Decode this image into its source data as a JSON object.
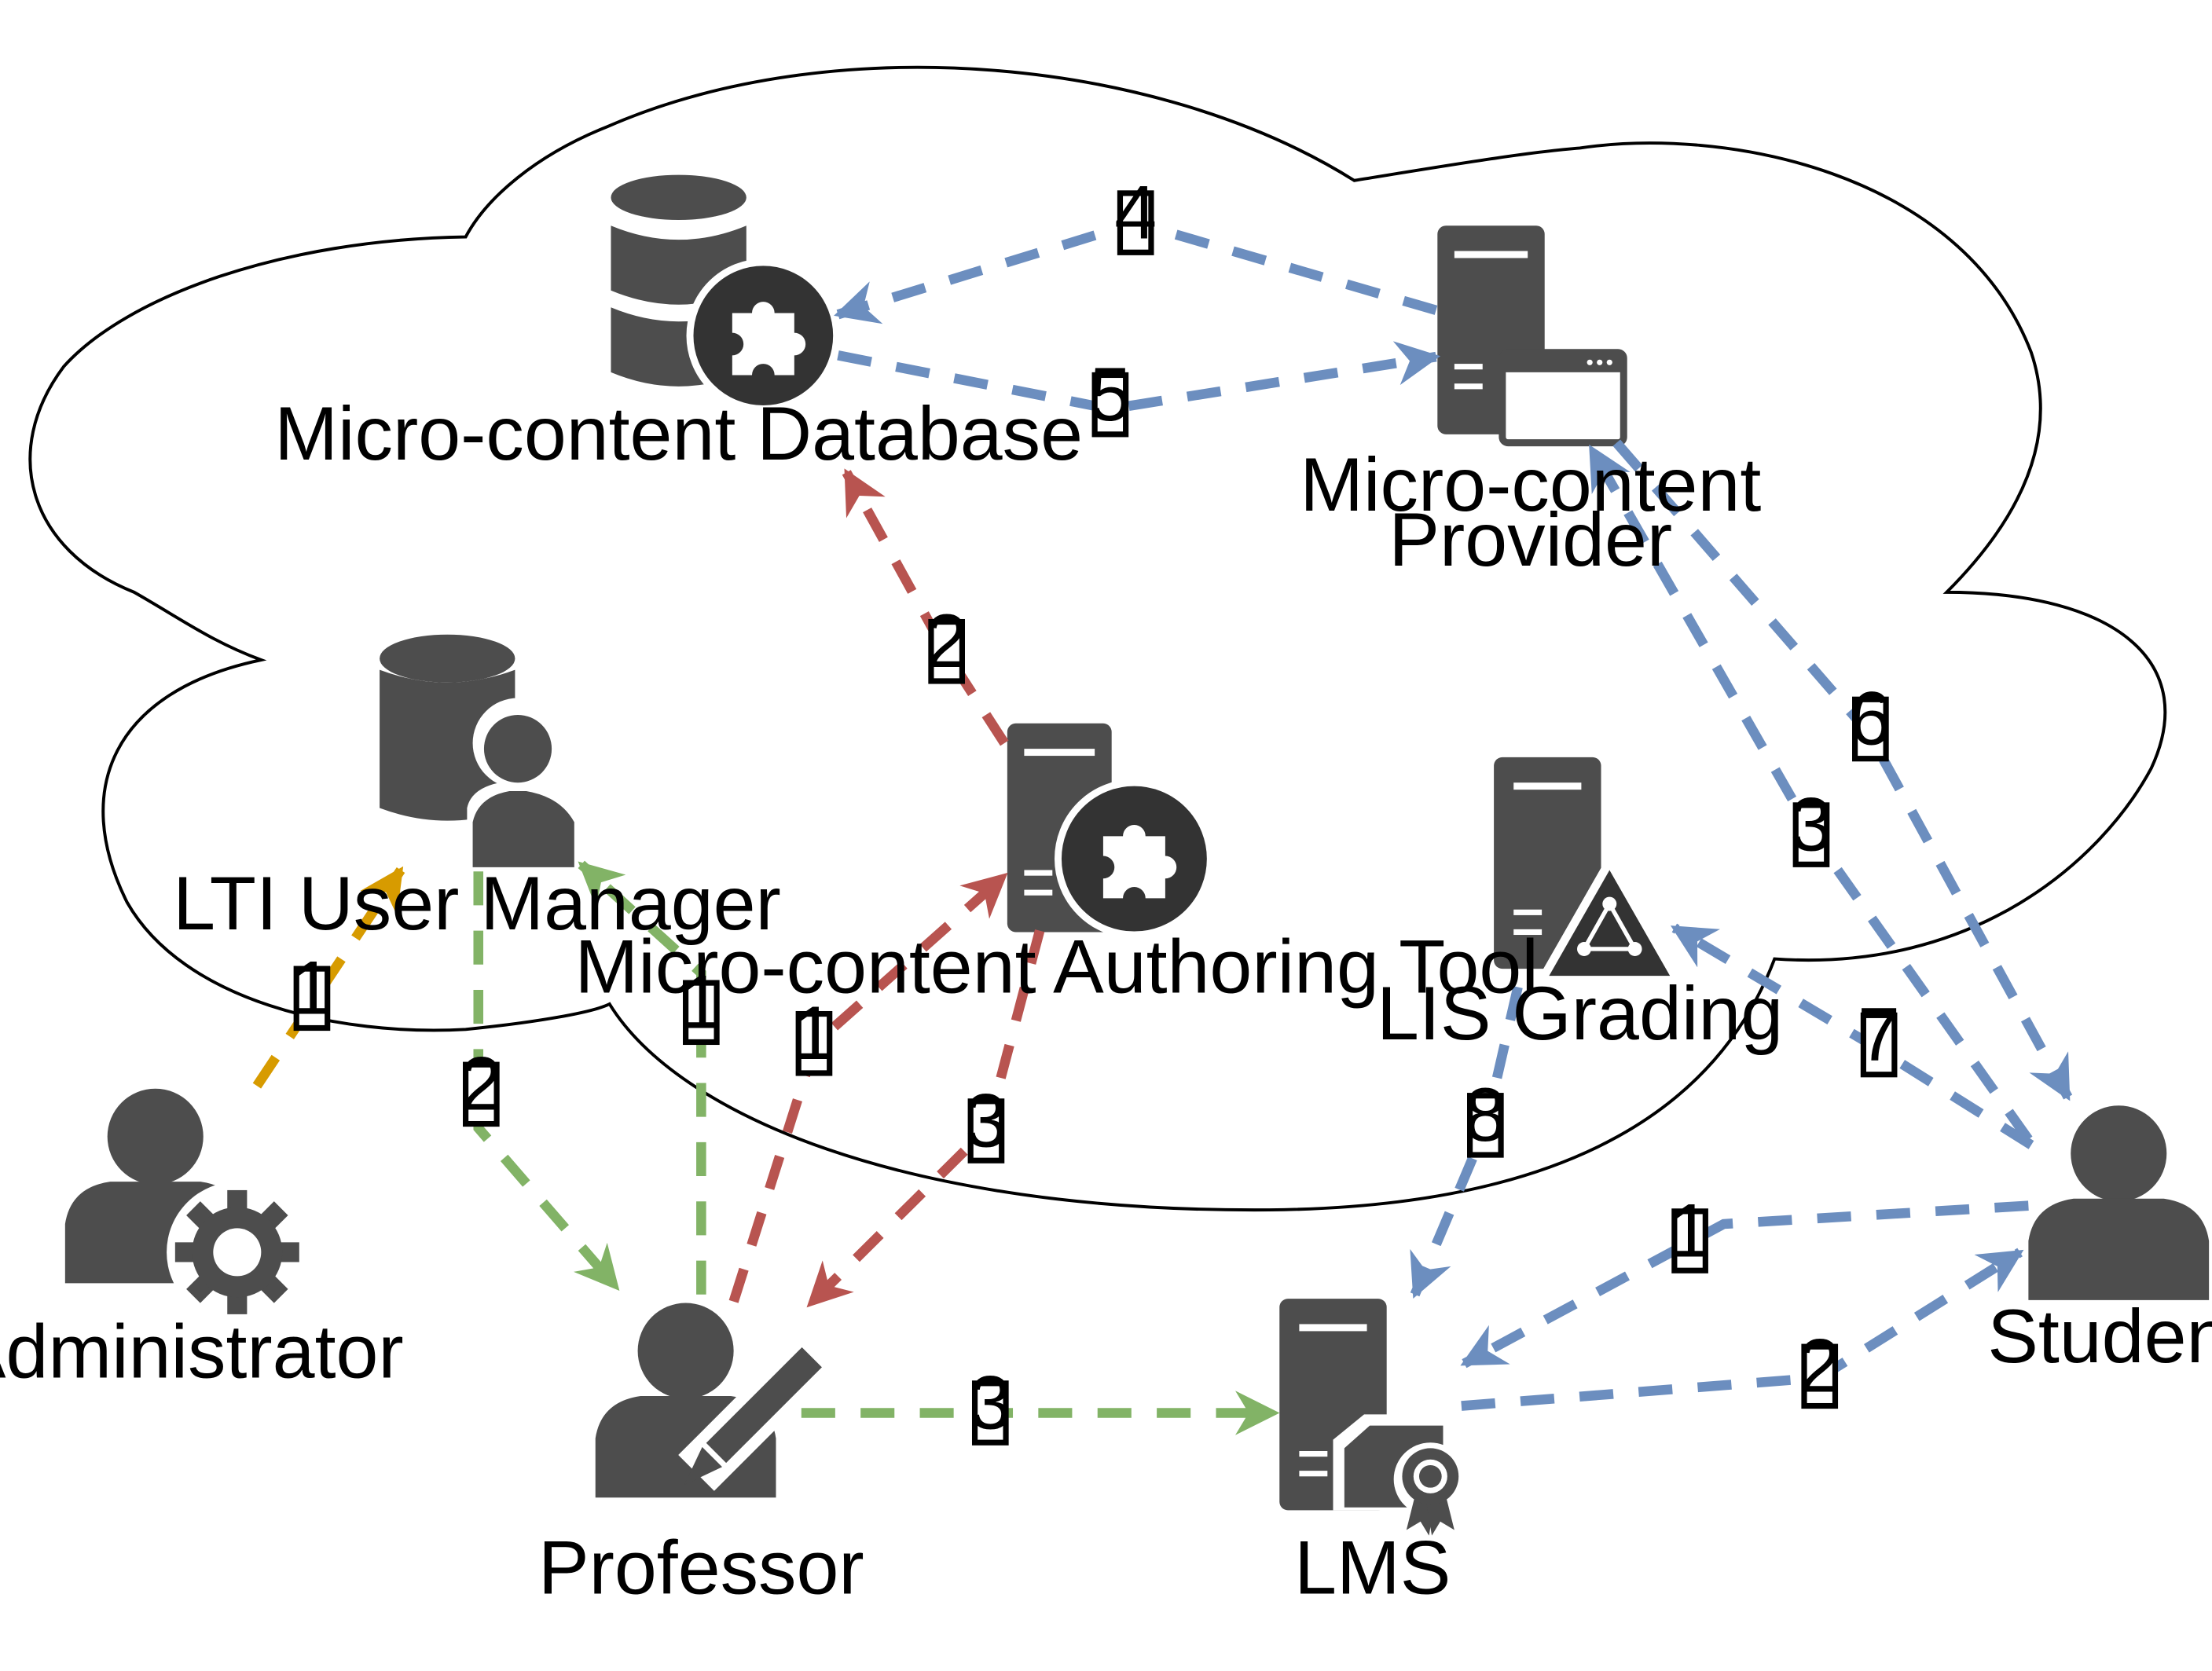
{
  "colors": {
    "admin_flow": "#d79b00",
    "professor_flow": "#82b366",
    "authoring_flow": "#b85450",
    "student_flow": "#6c8ebf",
    "icon": "#4d4d4d"
  },
  "nodes": {
    "database": {
      "label": "Micro-content Database",
      "icon": "database-puzzle-icon"
    },
    "provider": {
      "label_line1": "Micro-content",
      "label_line2": "Provider",
      "icon": "server-window-icon"
    },
    "lti": {
      "label": "LTI User Manager",
      "icon": "database-user-icon"
    },
    "authoring": {
      "label": "Micro-content Authoring Tool",
      "icon": "server-puzzle-icon"
    },
    "lis": {
      "label": "LIS Grading",
      "icon": "server-network-icon"
    },
    "administrator": {
      "label": "Administrator",
      "icon": "user-gear-icon"
    },
    "professor": {
      "label": "Professor",
      "icon": "user-pencil-icon"
    },
    "lms": {
      "label": "LMS",
      "icon": "server-certificate-icon"
    },
    "student": {
      "label": "Student",
      "icon": "user-icon"
    }
  },
  "steps": {
    "admin_1": "1",
    "prof_1": "1",
    "prof_2": "2",
    "prof_3": "3",
    "auth_1": "1",
    "auth_2": "2",
    "auth_3": "3",
    "db_4": "4",
    "db_5": "5",
    "stu_1": "1",
    "stu_2": "2",
    "stu_3": "3",
    "stu_6": "6",
    "stu_7": "7",
    "stu_8": "8"
  }
}
